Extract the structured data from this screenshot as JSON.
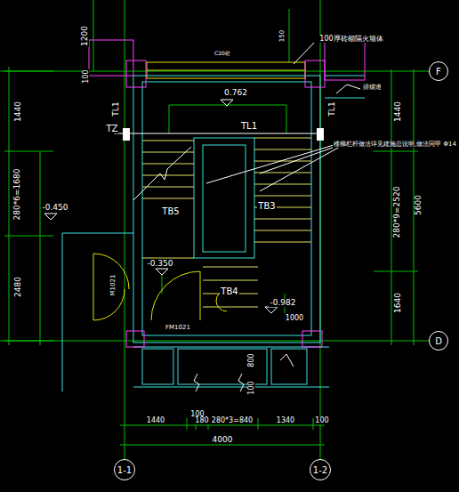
{
  "diagram": {
    "nodes": [
      {
        "text": [
          "F"
        ]
      },
      {
        "text": [
          "D"
        ]
      },
      {
        "text": [
          "1-1"
        ]
      },
      {
        "text": [
          "1-2"
        ]
      }
    ],
    "labels": [
      "1200",
      "100",
      "1440",
      "280*6=1680",
      "2480",
      "150",
      "100厚砖砌隔火墙体",
      "C20砼",
      "排烟道",
      "0.762",
      "TL1",
      "TZ",
      "TL1",
      "TL1",
      "楼梯栏杆做法详见建施总说明,做法同甲 Φ14",
      "-0.450",
      "TB5",
      "TB3",
      "-0.350",
      "M1021",
      "TB4",
      "-0.982",
      "1000",
      "FM1021",
      "800",
      "100",
      "1440",
      "280*9=2520",
      "1640",
      "5600",
      "100",
      "1440",
      "180",
      "280*3=840",
      "1340",
      "100",
      "4000"
    ]
  }
}
